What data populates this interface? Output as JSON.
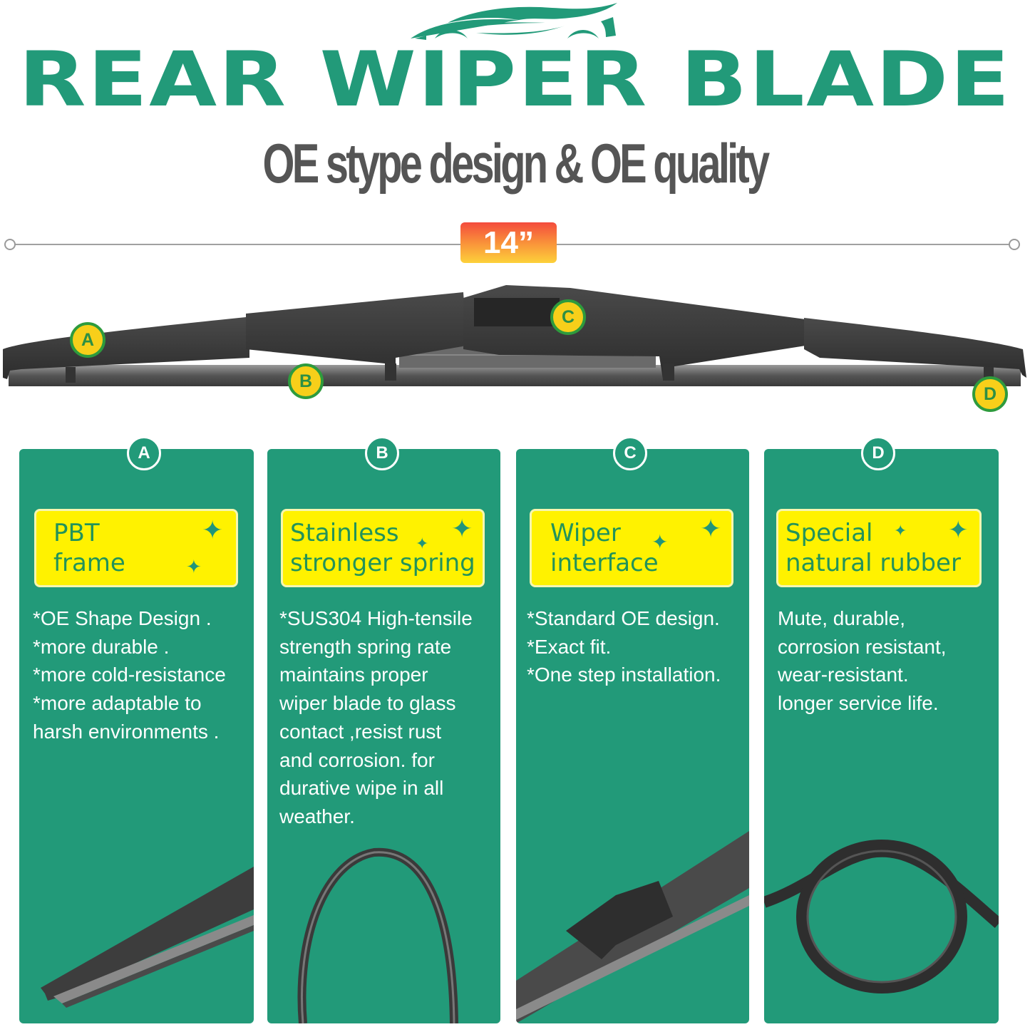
{
  "header": {
    "title": "REAR WIPER BLADE",
    "subtitle": "OE stype design & OE quality",
    "logo_icon": "car-silhouette-icon"
  },
  "size": {
    "label": "14”",
    "badge_gradient": [
      "#f44b3d",
      "#fdd13a"
    ]
  },
  "blade_markers": [
    {
      "letter": "A"
    },
    {
      "letter": "B"
    },
    {
      "letter": "C"
    },
    {
      "letter": "D"
    }
  ],
  "colors": {
    "brand_green": "#229a79",
    "highlight_yellow": "#fff200",
    "marker_yellow": "#f7cf1a",
    "subtitle_gray": "#555555"
  },
  "cards": [
    {
      "letter": "A",
      "feature_lines": [
        "PBT",
        "frame"
      ],
      "desc_lines": [
        "*OE Shape Design .",
        "*more durable .",
        "*more cold-resistance",
        "*more adaptable to",
        "harsh environments ."
      ],
      "image": "wiper-blade-end-closeup"
    },
    {
      "letter": "B",
      "feature_lines": [
        "Stainless",
        "stronger spring"
      ],
      "desc_lines": [
        "*SUS304 High-tensile",
        "strength spring rate",
        "maintains proper",
        "wiper blade to glass",
        "contact ,resist rust",
        "and corrosion. for",
        "durative wipe in all",
        "weather."
      ],
      "image": "bent-steel-spring"
    },
    {
      "letter": "C",
      "feature_lines": [
        "Wiper",
        "interface"
      ],
      "desc_lines": [
        "*Standard OE design.",
        "*Exact fit.",
        "*One step installation."
      ],
      "image": "wiper-interface-closeup"
    },
    {
      "letter": "D",
      "feature_lines": [
        "Special",
        "natural rubber"
      ],
      "desc_lines": [
        "Mute, durable,",
        "corrosion resistant,",
        "wear-resistant.",
        "longer service life."
      ],
      "image": "rubber-strip-knot"
    }
  ]
}
